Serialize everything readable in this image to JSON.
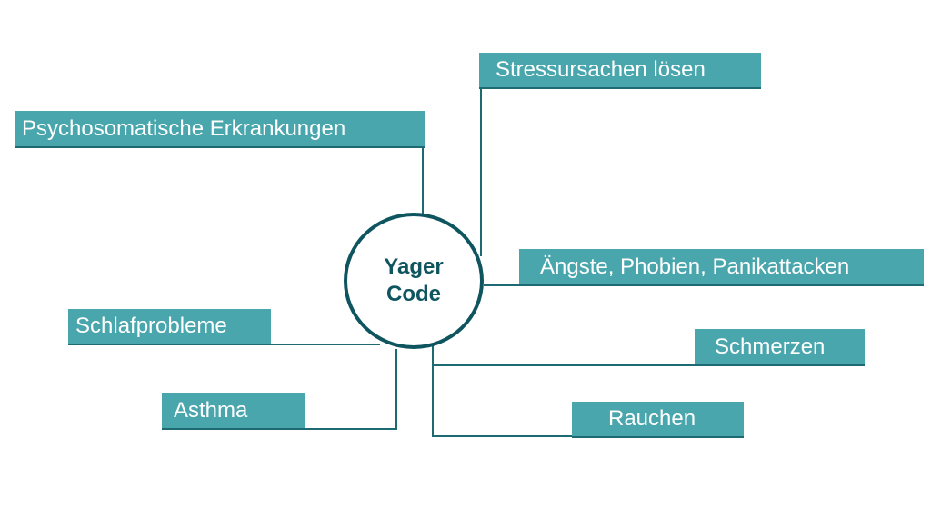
{
  "diagram": {
    "center": {
      "line1": "Yager",
      "line2": "Code"
    },
    "nodes": [
      {
        "id": "stressursachen",
        "label": "Stressursachen lösen"
      },
      {
        "id": "psychosomatische",
        "label": "Psychosomatische Erkrankungen"
      },
      {
        "id": "aengste",
        "label": "Ängste, Phobien, Panikattacken"
      },
      {
        "id": "schlafprobleme",
        "label": "Schlafprobleme"
      },
      {
        "id": "schmerzen",
        "label": "Schmerzen"
      },
      {
        "id": "asthma",
        "label": "Asthma"
      },
      {
        "id": "rauchen",
        "label": "Rauchen"
      }
    ]
  },
  "colors": {
    "box_fill": "#4aa6ad",
    "line": "#1d6a73",
    "circle_border": "#0f5560",
    "center_text": "#0f5560",
    "box_text": "#ffffff"
  }
}
